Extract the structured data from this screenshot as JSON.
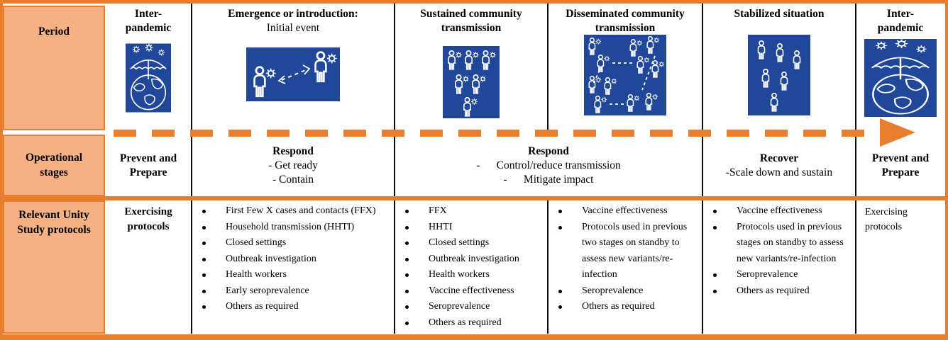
{
  "colors": {
    "frame_orange": "#E87D2E",
    "label_fill": "#F5B183",
    "icon_blue": "#21479B",
    "line_black": "#0B0B0B"
  },
  "row_labels": {
    "period": "Period",
    "stages": "Operational stages",
    "protocols": "Relevant Unity Study protocols"
  },
  "periods": [
    {
      "line1": "Inter-",
      "line2": "pandemic",
      "icon": "umbrella-globe-virus-icon"
    },
    {
      "line1": "Emergence or introduction:",
      "line2": "Initial event",
      "icon": "person-to-person-transmission-icon"
    },
    {
      "line1": "Sustained community",
      "line2": "transmission",
      "icon": "infected-people-group-icon"
    },
    {
      "line1": "Disseminated community",
      "line2": "transmission",
      "icon": "infected-people-network-icon"
    },
    {
      "line1": "Stabilized situation",
      "line2": "",
      "icon": "people-group-icon"
    },
    {
      "line1": "Inter-",
      "line2": "pandemic",
      "icon": "umbrella-globe-virus-icon"
    }
  ],
  "stages": [
    {
      "line1": "Prevent and",
      "line2": "Prepare"
    },
    {
      "heading": "Respond",
      "items": [
        "- Get ready",
        "- Contain"
      ]
    },
    {
      "heading": "Respond",
      "items": [
        "-      Control/reduce transmission",
        "-      Mitigate impact"
      ]
    },
    {
      "heading": "Recover",
      "items": [
        "-Scale down and sustain"
      ]
    },
    {
      "line1": "Prevent and",
      "line2": "Prepare"
    }
  ],
  "protocols": [
    {
      "text": "Exercising protocols"
    },
    {
      "items": [
        "First Few X cases and contacts (FFX)",
        "Household transmission (HHTI)",
        "Closed settings",
        "Outbreak investigation",
        "Health workers",
        "Early seroprevalence",
        "Others as required"
      ]
    },
    {
      "items": [
        "FFX",
        "HHTI",
        "Closed settings",
        "Outbreak investigation",
        "Health workers",
        "Vaccine effectiveness",
        "Seroprevalence",
        "Others as required"
      ]
    },
    {
      "items": [
        "Vaccine effectiveness",
        "Protocols used in previous two stages on standby to assess new variants/re-infection",
        "Seroprevalence",
        "Others as required"
      ]
    },
    {
      "items": [
        "Vaccine effectiveness",
        "Protocols used in previous stages on standby to assess new variants/re-infection",
        "Seroprevalence",
        "Others as required"
      ]
    },
    {
      "text": "Exercising protocols"
    }
  ]
}
